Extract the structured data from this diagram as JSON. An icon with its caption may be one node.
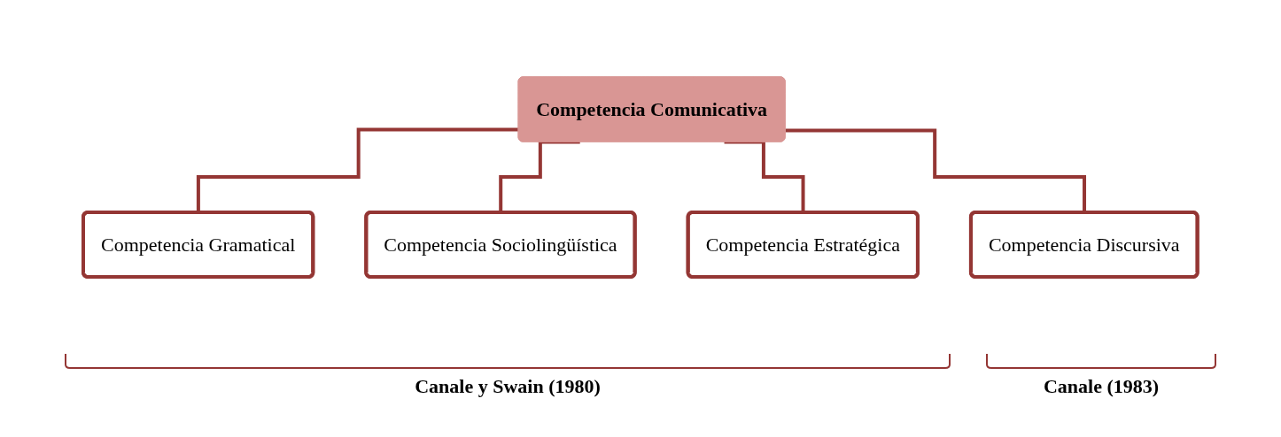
{
  "diagram": {
    "nodes": [
      {
        "text": [
          "Competencia Comunicativa"
        ]
      },
      {
        "text": [
          "Competencia Gramatical"
        ]
      },
      {
        "text": [
          "Competencia Sociolingüística"
        ]
      },
      {
        "text": [
          "Competencia Estratégica"
        ]
      },
      {
        "text": [
          "Competencia Discursiva"
        ]
      }
    ],
    "edges": [
      {
        "from": 0,
        "to": 1,
        "arrow": "none"
      },
      {
        "from": 0,
        "to": 2,
        "arrow": "none"
      },
      {
        "from": 0,
        "to": 3,
        "arrow": "none"
      },
      {
        "from": 0,
        "to": 4,
        "arrow": "none"
      }
    ],
    "labels": [
      "Canale y Swain (1980)",
      "Canale (1983)"
    ]
  }
}
